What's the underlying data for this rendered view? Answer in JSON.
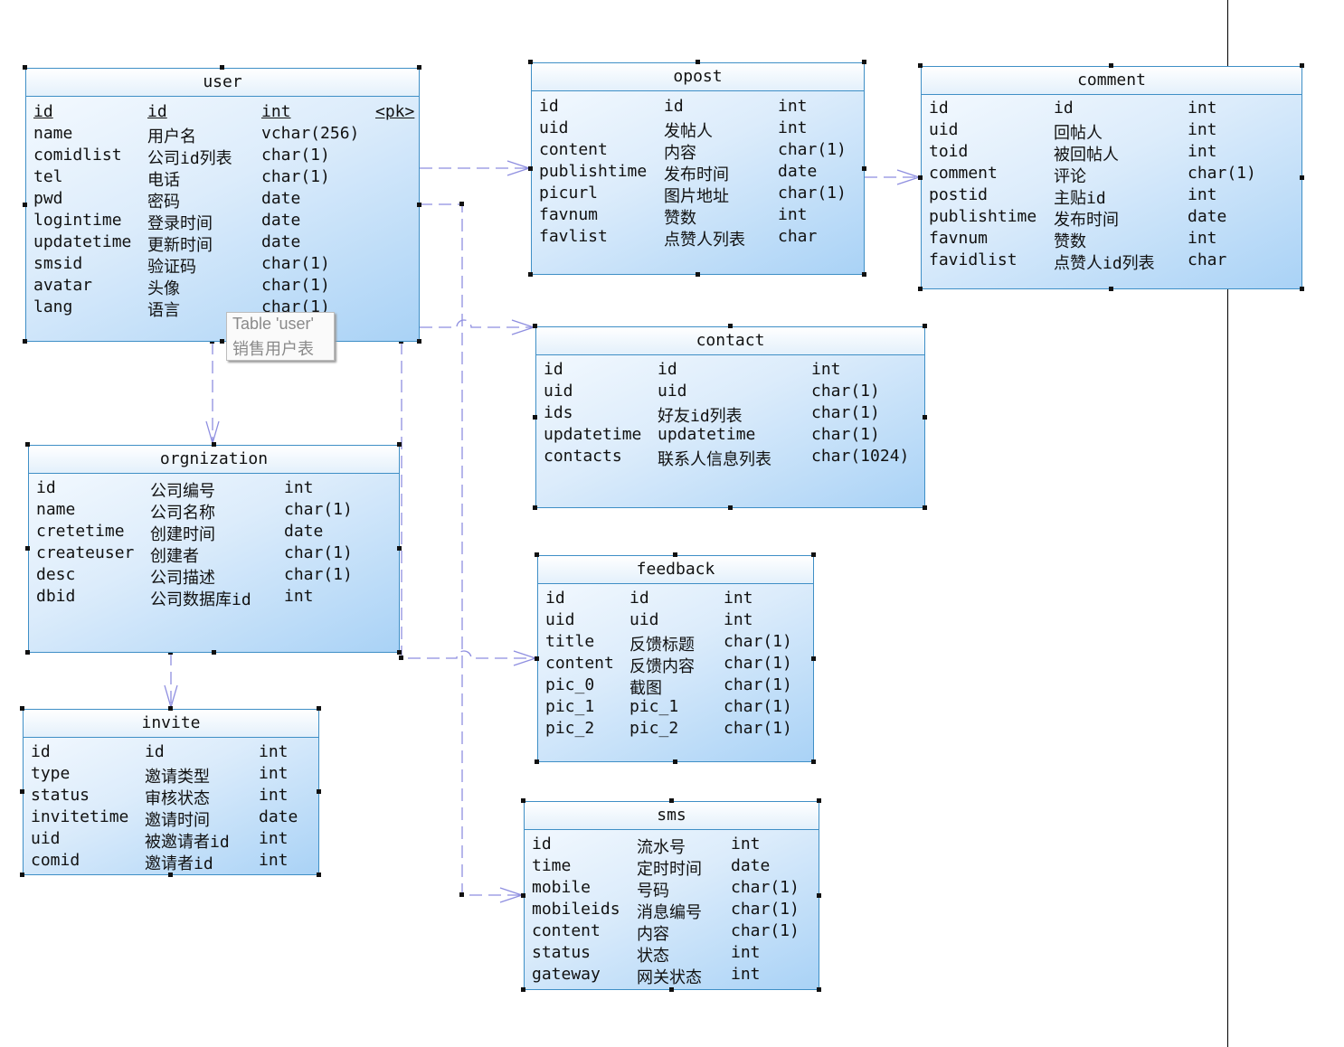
{
  "tables": [
    {
      "id": "user",
      "title": "user",
      "pk_marker": "<pk>",
      "rows": [
        [
          "id",
          "id",
          "int"
        ],
        [
          "name",
          "用户名",
          "vchar(256)"
        ],
        [
          "comidlist",
          "公司id列表",
          "char(1)"
        ],
        [
          "tel",
          "电话",
          "char(1)"
        ],
        [
          "pwd",
          "密码",
          "date"
        ],
        [
          "logintime",
          "登录时间",
          "date"
        ],
        [
          "updatetime",
          "更新时间",
          "date"
        ],
        [
          "smsid",
          "验证码",
          "char(1)"
        ],
        [
          "avatar",
          "头像",
          "char(1)"
        ],
        [
          "lang",
          "语言",
          "char(1)"
        ]
      ]
    },
    {
      "id": "opost",
      "title": "opost",
      "rows": [
        [
          "id",
          "id",
          "int"
        ],
        [
          "uid",
          "发帖人",
          "int"
        ],
        [
          "content",
          "内容",
          "char(1)"
        ],
        [
          "publishtime",
          "发布时间",
          "date"
        ],
        [
          "picurl",
          "图片地址",
          "char(1)"
        ],
        [
          "favnum",
          "赞数",
          "int"
        ],
        [
          "favlist",
          "点赞人列表",
          "char"
        ]
      ]
    },
    {
      "id": "comment",
      "title": "comment",
      "rows": [
        [
          "id",
          "id",
          "int"
        ],
        [
          "uid",
          "回帖人",
          "int"
        ],
        [
          "toid",
          "被回帖人",
          "int"
        ],
        [
          "comment",
          "评论",
          "char(1)"
        ],
        [
          "postid",
          "主贴id",
          "int"
        ],
        [
          "publishtime",
          "发布时间",
          "date"
        ],
        [
          "favnum",
          "赞数",
          "int"
        ],
        [
          "favidlist",
          "点赞人id列表",
          "char"
        ]
      ]
    },
    {
      "id": "contact",
      "title": "contact",
      "rows": [
        [
          "id",
          "id",
          "int"
        ],
        [
          "uid",
          "uid",
          "char(1)"
        ],
        [
          "ids",
          "好友id列表",
          "char(1)"
        ],
        [
          "updatetime",
          "updatetime",
          "char(1)"
        ],
        [
          "contacts",
          "联系人信息列表",
          "char(1024)"
        ]
      ]
    },
    {
      "id": "orgnization",
      "title": "orgnization",
      "rows": [
        [
          "id",
          "公司编号",
          "int"
        ],
        [
          "name",
          "公司名称",
          "char(1)"
        ],
        [
          "cretetime",
          "创建时间",
          "date"
        ],
        [
          "createuser",
          "创建者",
          "char(1)"
        ],
        [
          "desc",
          "公司描述",
          "char(1)"
        ],
        [
          "dbid",
          "公司数据库id",
          "int"
        ]
      ]
    },
    {
      "id": "feedback",
      "title": "feedback",
      "rows": [
        [
          "id",
          "id",
          "int"
        ],
        [
          "uid",
          "uid",
          "int"
        ],
        [
          "title",
          "反馈标题",
          "char(1)"
        ],
        [
          "content",
          "反馈内容",
          "char(1)"
        ],
        [
          "pic_0",
          "截图",
          "char(1)"
        ],
        [
          "pic_1",
          "pic_1",
          "char(1)"
        ],
        [
          "pic_2",
          "pic_2",
          "char(1)"
        ]
      ]
    },
    {
      "id": "invite",
      "title": "invite",
      "rows": [
        [
          "id",
          "id",
          "int"
        ],
        [
          "type",
          "邀请类型",
          "int"
        ],
        [
          "status",
          "审核状态",
          "int"
        ],
        [
          "invitetime",
          "邀请时间",
          "date"
        ],
        [
          "uid",
          "被邀请者id",
          "int"
        ],
        [
          "comid",
          "邀请者id",
          "int"
        ]
      ]
    },
    {
      "id": "sms",
      "title": "sms",
      "rows": [
        [
          "id",
          "流水号",
          "int"
        ],
        [
          "time",
          "定时时间",
          "date"
        ],
        [
          "mobile",
          "号码",
          "char(1)"
        ],
        [
          "mobileids",
          "消息编号",
          "char(1)"
        ],
        [
          "content",
          "内容",
          "char(1)"
        ],
        [
          "status",
          "状态",
          "int"
        ],
        [
          "gateway",
          "网关状态",
          "int"
        ]
      ]
    }
  ],
  "tooltip": {
    "line1": "Table 'user'",
    "line2": "销售用户表"
  },
  "colors": {
    "border": "#3f8fc6",
    "connector": "#8e8ee0",
    "handle": "#111111"
  }
}
